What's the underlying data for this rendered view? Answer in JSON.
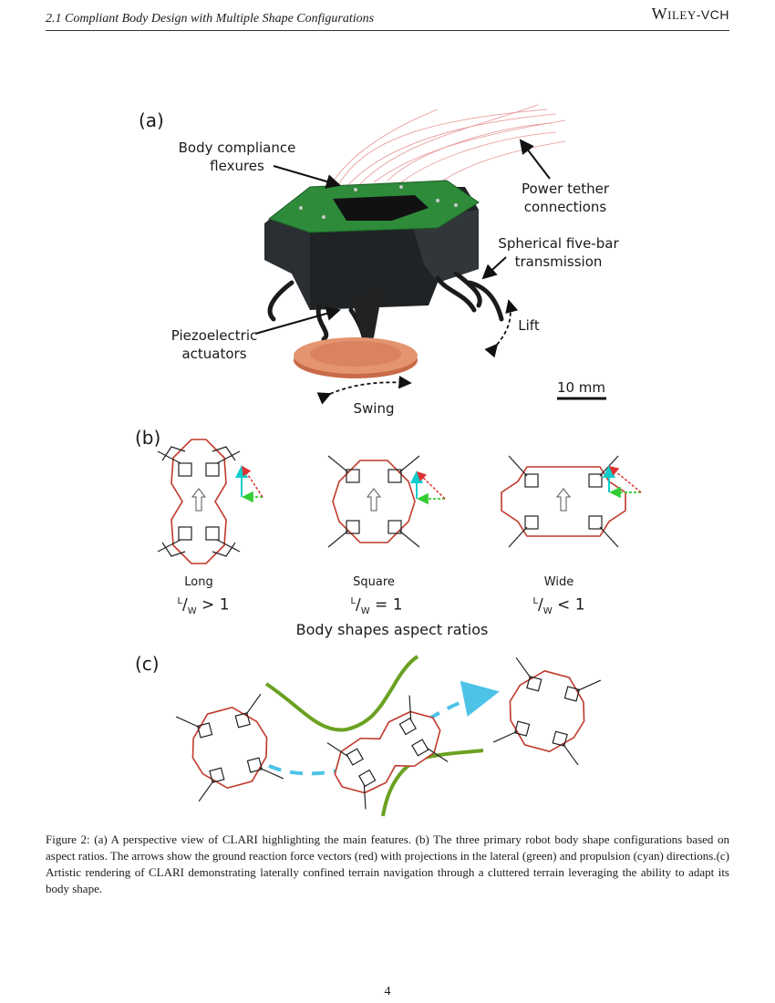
{
  "header": {
    "section": "2.1   Compliant Body Design with Multiple Shape Configurations",
    "publisher_main": "Wiley",
    "publisher_sub": "-VCH"
  },
  "figure": {
    "panel_a": {
      "label": "(a)",
      "annotations": {
        "body_flexures_1": "Body compliance",
        "body_flexures_2": "flexures",
        "power_1": "Power tether",
        "power_2": "connections",
        "spherical_1": "Spherical five-bar",
        "spherical_2": "transmission",
        "piezo_1": "Piezoelectric",
        "piezo_2": "actuators",
        "lift": "Lift",
        "swing": "Swing",
        "scale": "10 mm"
      }
    },
    "panel_b": {
      "label": "(b)",
      "shapes": [
        {
          "name": "Long",
          "ratio_op": " > 1"
        },
        {
          "name": "Square",
          "ratio_op": " = 1"
        },
        {
          "name": "Wide",
          "ratio_op": " < 1"
        }
      ],
      "ratio_L": "L",
      "ratio_W": "W",
      "title": "Body shapes aspect ratios"
    },
    "panel_c": {
      "label": "(c)"
    },
    "colors": {
      "body": "#c0392b",
      "terrain": "#6aa121",
      "path": "#4dc3e8",
      "leg": "#222222",
      "pcb": "#2e8b3a"
    }
  },
  "caption": "Figure 2: (a) A perspective view of CLARI highlighting the main features. (b) The three primary robot body shape configurations based on aspect ratios. The arrows show the ground reaction force vectors (red) with projections in the lateral (green) and propulsion (cyan) directions.(c) Artistic rendering of CLARI demonstrating laterally confined terrain navigation through a cluttered terrain leveraging the ability to adapt its body shape.",
  "page_number": "4"
}
